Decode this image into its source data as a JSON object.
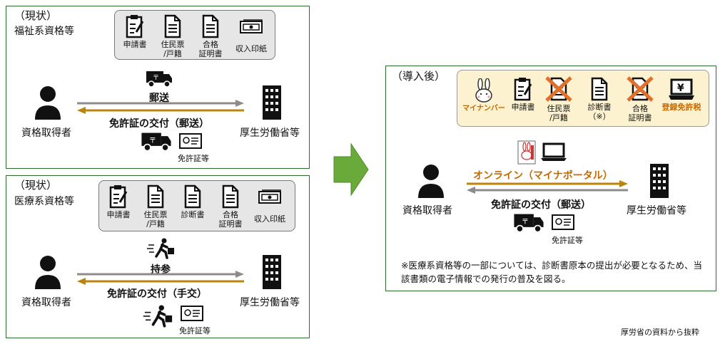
{
  "panel1": {
    "title": "（現状）",
    "subtitle": "福祉系資格等",
    "docs": [
      "申請書",
      "住民票\n/戸籍",
      "合格\n証明書",
      "収入印紙"
    ],
    "applicant": "資格取得者",
    "ministry": "厚生労働省等",
    "send_label": "郵送",
    "return_label": "免許証の交付（郵送）",
    "license_label": "免許証等"
  },
  "panel2": {
    "title": "（現状）",
    "subtitle": "医療系資格等",
    "docs": [
      "申請書",
      "住民票\n/戸籍",
      "診断書",
      "合格\n証明書",
      "収入印紙"
    ],
    "applicant": "資格取得者",
    "ministry": "厚生労働省等",
    "send_label": "持参",
    "return_label": "免許証の交付（手交）",
    "license_label": "免許証等"
  },
  "panel3": {
    "title": "（導入後）",
    "docs": [
      "マイナンバー",
      "申請書",
      "住民票\n/戸籍",
      "診断書\n（※）",
      "合格\n証明書",
      "登録免許税"
    ],
    "applicant": "資格取得者",
    "ministry": "厚生労働省等",
    "online_label": "オンライン（マイナポータル）",
    "return_label": "免許証の交付（郵送）",
    "license_label": "免許証等",
    "note": "※医療系資格等の一部については、診断書原本の提出が必要となるため、当該書類の電子情報での発行の普及を図る。"
  },
  "source": "厚労省の資料から抜粋",
  "colors": {
    "panel_border": "#2f6b2f",
    "gray_arrow": "#8c8c8c",
    "gold_arrow": "#b8860b",
    "green_arrow": "#6aaa3a",
    "orange": "#c36a00",
    "cross": "#e0702a"
  }
}
